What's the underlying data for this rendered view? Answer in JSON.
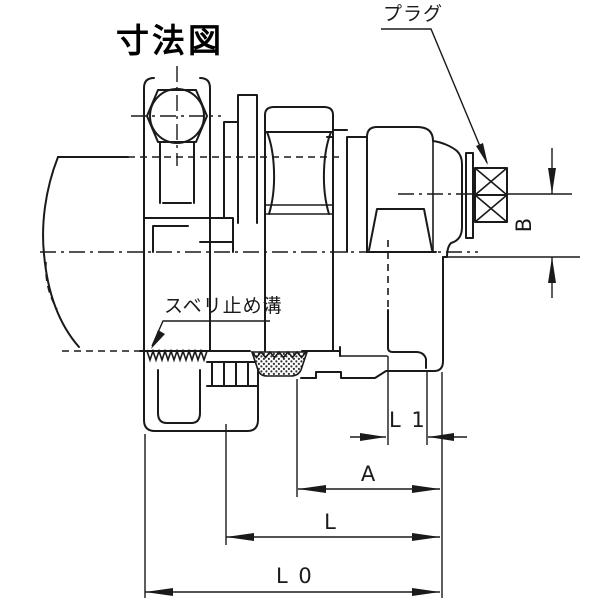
{
  "page": {
    "background": "#ffffff",
    "line_color": "#1a1a1a",
    "title": "寸法図"
  },
  "labels": {
    "plug": "プラグ",
    "slip_groove": "スベリ止め溝"
  },
  "dimensions": {
    "b": "B",
    "l1": "L 1",
    "a": "A",
    "l": "L",
    "l0": "L 0"
  }
}
